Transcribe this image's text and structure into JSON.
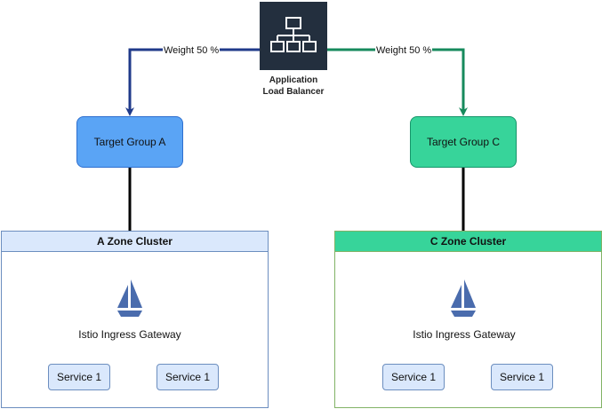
{
  "load_balancer": {
    "label_line1": "Application",
    "label_line2": "Load Balancer",
    "icon": "load-balancer-icon",
    "icon_bg": "#232f3e"
  },
  "edges": {
    "weight_a": "Weight 50 %",
    "weight_c": "Weight 50 %",
    "color_a": "#1f3a8a",
    "color_c": "#168a5c"
  },
  "target_groups": {
    "a": {
      "label": "Target Group A",
      "color": "#5aa4f5"
    },
    "c": {
      "label": "Target Group C",
      "color": "#37d49a"
    }
  },
  "clusters": {
    "a": {
      "title": "A Zone Cluster",
      "gateway_label": "Istio Ingress Gateway",
      "gateway_icon": "istio-sail-icon",
      "services": [
        "Service 1",
        "Service 1"
      ]
    },
    "c": {
      "title": "C Zone Cluster",
      "gateway_label": "Istio Ingress Gateway",
      "gateway_icon": "istio-sail-icon",
      "services": [
        "Service 1",
        "Service 1"
      ]
    }
  }
}
